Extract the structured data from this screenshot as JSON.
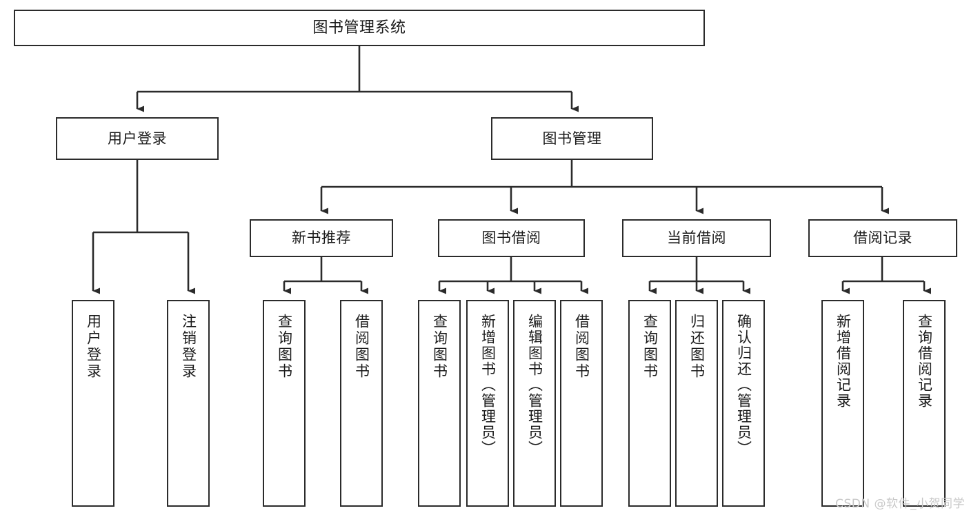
{
  "diagram": {
    "title": "图书管理系统",
    "type": "tree",
    "watermark": "CSDN @软件_小贺同学",
    "colors": {
      "box_border": "#2b2b2b",
      "box_fill": "#ffffff",
      "line": "#2b2b2b",
      "text": "#1b1b1b",
      "watermark": "#c9c9c9",
      "background": "#ffffff"
    },
    "levels": {
      "root": {
        "label": "图书管理系统"
      },
      "level2": [
        {
          "label": "用户登录"
        },
        {
          "label": "图书管理"
        }
      ],
      "level3": [
        {
          "label": "新书推荐"
        },
        {
          "label": "图书借阅"
        },
        {
          "label": "当前借阅"
        },
        {
          "label": "借阅记录"
        }
      ],
      "leaves": {
        "user_login": [
          {
            "label": "用户登录"
          },
          {
            "label": "注销登录"
          }
        ],
        "new_book_recommend": [
          {
            "label": "查询图书"
          },
          {
            "label": "借阅图书"
          }
        ],
        "book_borrow": [
          {
            "label": "查询图书"
          },
          {
            "label": "新增图书（管理员）"
          },
          {
            "label": "编辑图书（管理员）"
          },
          {
            "label": "借阅图书"
          }
        ],
        "current_borrow": [
          {
            "label": "查询图书"
          },
          {
            "label": "归还图书"
          },
          {
            "label": "确认归还（管理员）"
          }
        ],
        "borrow_record": [
          {
            "label": "新增借阅记录"
          },
          {
            "label": "查询借阅记录"
          }
        ]
      }
    }
  }
}
